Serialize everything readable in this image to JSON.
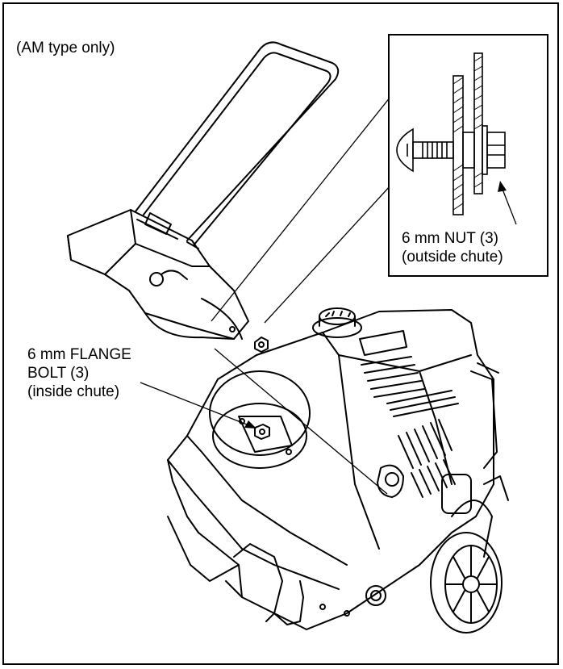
{
  "figure": {
    "note": "(AM type only)",
    "nut_label": {
      "line1": "6 mm NUT (3)",
      "line2": "(outside chute)"
    },
    "bolt_label": {
      "line1": "6 mm FLANGE",
      "line2": "BOLT (3)",
      "line3": "(inside chute)"
    }
  }
}
